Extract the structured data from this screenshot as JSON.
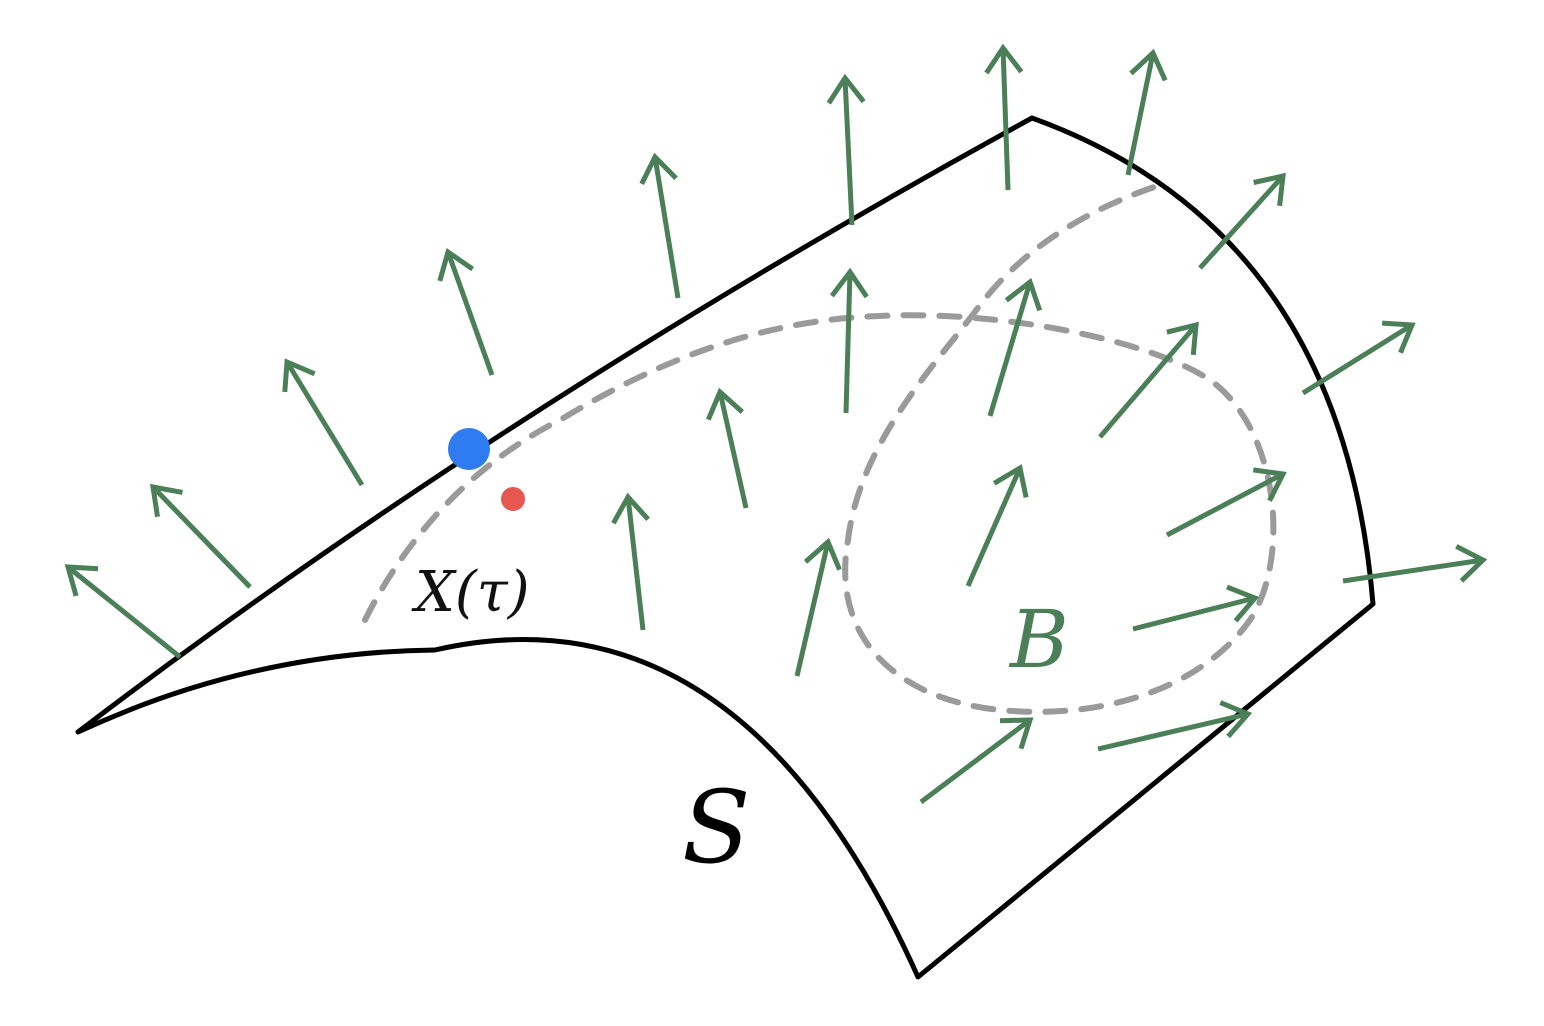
{
  "labels": {
    "surface": "S",
    "region": "B",
    "trajectory": "X(τ)"
  },
  "colors": {
    "surface": "#000000",
    "arrow": "#4a7f58",
    "trajectory": "#9a9a9a",
    "point_large": "#2f7cf0",
    "point_small": "#e5574f",
    "region_label": "#4a7f58"
  }
}
